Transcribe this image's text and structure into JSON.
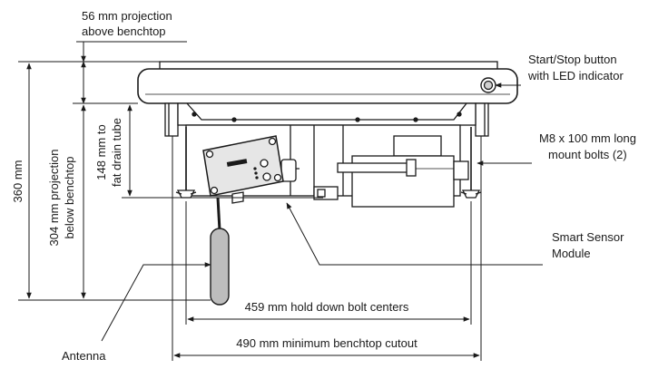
{
  "annotations": {
    "projection_above": [
      "56 mm projection",
      "above benchtop"
    ],
    "start_stop": [
      "Start/Stop button",
      "with LED indicator"
    ],
    "mount_bolts": [
      "M8 x 100 mm long",
      "mount bolts (2)"
    ],
    "smart_sensor": [
      "Smart Sensor",
      "Module"
    ],
    "overall_height": "360 mm",
    "projection_below": [
      "304 mm projection",
      "below benchtop"
    ],
    "fat_drain": [
      "148 mm to",
      "fat drain tube"
    ],
    "hold_down": "459 mm hold down bolt centers",
    "cutout": "490 mm minimum benchtop cutout",
    "antenna": "Antenna"
  },
  "colors": {
    "line": "#1a1a1a",
    "body_fill": "#ffffff",
    "module_fill": "#e6e6e6",
    "antenna_fill": "#bdbdbd"
  }
}
